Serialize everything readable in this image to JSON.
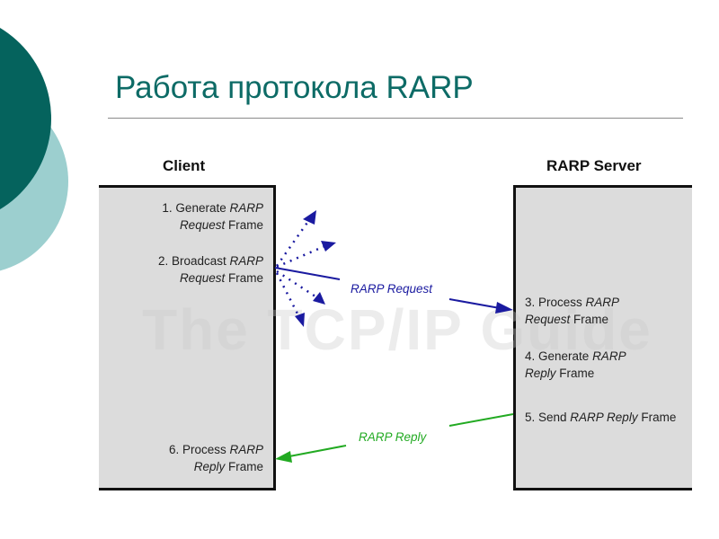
{
  "slide": {
    "title": "Работа протокола RARP"
  },
  "diagram": {
    "client_header": "Client",
    "server_header": "RARP Server",
    "watermark": "The TCP/IP Guide",
    "client_steps": [
      {
        "line1": [
          {
            "t": "1. Generate ",
            "i": false
          },
          {
            "t": "RARP",
            "i": true
          }
        ],
        "line2": [
          {
            "t": "Request",
            "i": true
          },
          {
            "t": " Frame",
            "i": false
          }
        ]
      },
      {
        "line1": [
          {
            "t": "2. Broadcast ",
            "i": false
          },
          {
            "t": "RARP",
            "i": true
          }
        ],
        "line2": [
          {
            "t": "Request",
            "i": true
          },
          {
            "t": " Frame",
            "i": false
          }
        ]
      },
      {
        "line1": [
          {
            "t": "6. Process ",
            "i": false
          },
          {
            "t": "RARP",
            "i": true
          }
        ],
        "line2": [
          {
            "t": "Reply",
            "i": true
          },
          {
            "t": " Frame",
            "i": false
          }
        ]
      }
    ],
    "server_steps": [
      {
        "line1": [
          {
            "t": "3. Process ",
            "i": false
          },
          {
            "t": "RARP",
            "i": true
          }
        ],
        "line2": [
          {
            "t": "Request",
            "i": true
          },
          {
            "t": " Frame",
            "i": false
          }
        ]
      },
      {
        "line1": [
          {
            "t": "4. Generate ",
            "i": false
          },
          {
            "t": "RARP",
            "i": true
          }
        ],
        "line2": [
          {
            "t": "Reply",
            "i": true
          },
          {
            "t": " Frame",
            "i": false
          }
        ]
      },
      {
        "line1": [
          {
            "t": "5. Send ",
            "i": false
          },
          {
            "t": "RARP Reply",
            "i": true
          },
          {
            "t": " Frame",
            "i": false
          }
        ],
        "line2": []
      }
    ],
    "request_label": "RARP Request",
    "reply_label": "RARP Reply",
    "colors": {
      "request": "#1a1aa0",
      "reply": "#22aa22",
      "title": "#0d6b66",
      "circle_dark": "#05635d",
      "circle_light": "#9ccfcf"
    }
  }
}
